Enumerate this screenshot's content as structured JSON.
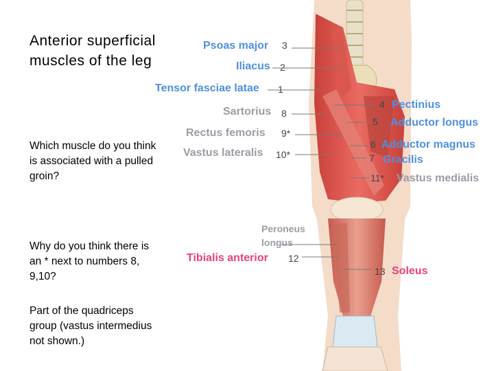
{
  "title": "Anterior superficial muscles of the leg",
  "questions": [
    "Which muscle do you think is associated with a pulled groin?",
    "Why do you think there is an * next to numbers 8, 9,10?",
    "Part of the quadriceps group (vastus intermedius not shown.)"
  ],
  "labels": [
    {
      "name": "Psoas major",
      "number": "3",
      "color": "#4f8fe2"
    },
    {
      "name": "Iliacus",
      "number": "2",
      "color": "#4f8fe2"
    },
    {
      "name": "Tensor fasciae latae",
      "number": "1",
      "color": "#4f8fe2"
    },
    {
      "name": "Sartorius",
      "number": "8",
      "color": "#9a9da4"
    },
    {
      "name": "Rectus femoris",
      "number": "9*",
      "color": "#9a9da4"
    },
    {
      "name": "Vastus lateralis",
      "number": "10*",
      "color": "#9a9da4"
    },
    {
      "name": "Pectinius",
      "number": "4",
      "color": "#4f8fe2"
    },
    {
      "name": "Adductor longus",
      "number": "5",
      "color": "#4f8fe2"
    },
    {
      "name": "Adductor magnus",
      "number": "6",
      "color": "#4f8fe2"
    },
    {
      "name": "Gracilis",
      "number": "7",
      "color": "#4f8fe2"
    },
    {
      "name": "Vastus medialis",
      "number": "11*",
      "color": "#9a9da4"
    },
    {
      "name": "Peroneus longus",
      "number": "",
      "color": "#9a9da4"
    },
    {
      "name": "Tibialis anterior",
      "number": "12",
      "color": "#e8407a"
    },
    {
      "name": "Soleus",
      "number": "13",
      "color": "#e8407a"
    }
  ]
}
